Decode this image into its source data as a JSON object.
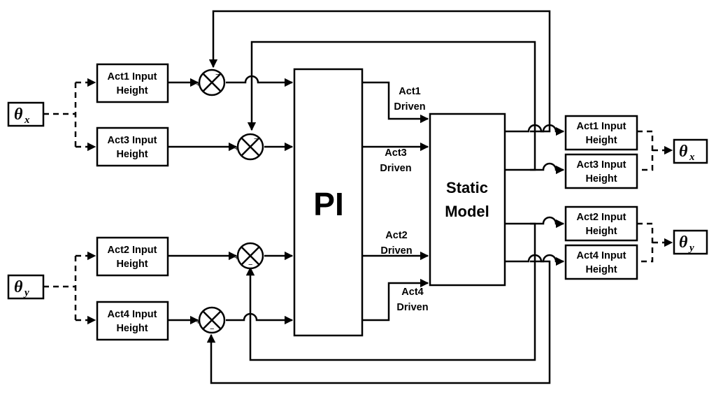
{
  "theta_x": {
    "symbol": "θ",
    "subscript": "x"
  },
  "theta_y": {
    "symbol": "θ",
    "subscript": "y"
  },
  "input_blocks": [
    {
      "line1": "Act1 Input",
      "line2": "Height"
    },
    {
      "line1": "Act3 Input",
      "line2": "Height"
    },
    {
      "line1": "Act2 Input",
      "line2": "Height"
    },
    {
      "line1": "Act4 Input",
      "line2": "Height"
    }
  ],
  "controller_label": "PI",
  "model": {
    "line1": "Static",
    "line2": "Model"
  },
  "driven_labels": [
    {
      "line1": "Act1",
      "line2": "Driven"
    },
    {
      "line1": "Act3",
      "line2": "Driven"
    },
    {
      "line1": "Act2",
      "line2": "Driven"
    },
    {
      "line1": "Act4",
      "line2": "Driven"
    }
  ],
  "output_blocks": [
    {
      "line1": "Act1 Input",
      "line2": "Height"
    },
    {
      "line1": "Act3 Input",
      "line2": "Height"
    },
    {
      "line1": "Act2 Input",
      "line2": "Height"
    },
    {
      "line1": "Act4 Input",
      "line2": "Height"
    }
  ],
  "signs": {
    "plus": "+",
    "minus": "−"
  }
}
